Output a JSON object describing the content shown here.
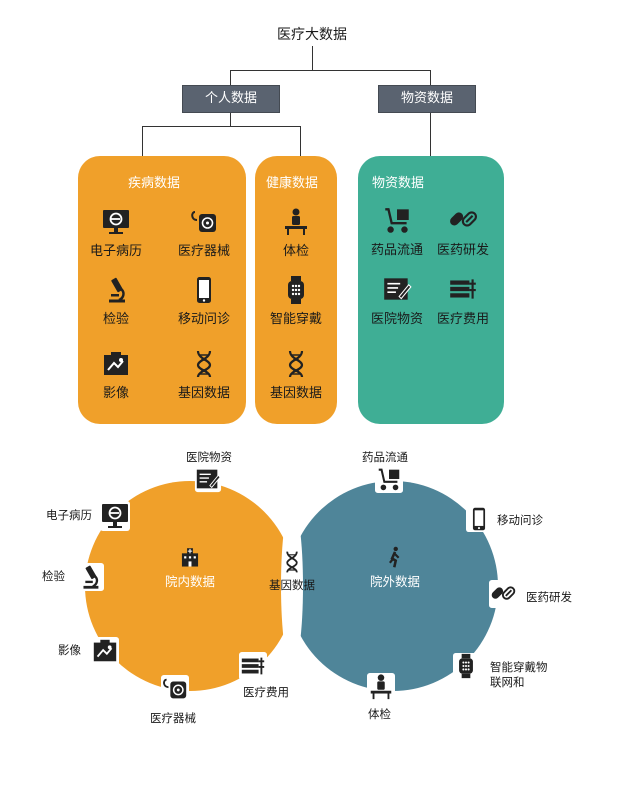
{
  "tree": {
    "root": "医疗大数据",
    "personal": "个人数据",
    "material": "物资数据"
  },
  "panels": {
    "disease": {
      "title": "疾病数据",
      "items": [
        "电子病历",
        "医疗器械",
        "检验",
        "移动问诊",
        "影像",
        "基因数据"
      ]
    },
    "health": {
      "title": "健康数据",
      "items": [
        "体检",
        "智能穿戴",
        "基因数据"
      ]
    },
    "material": {
      "title": "物资数据",
      "items": [
        "药品流通",
        "医药研发",
        "医院物资",
        "医疗费用"
      ]
    }
  },
  "venn": {
    "left_center": "院内数据",
    "right_center": "院外数据",
    "overlap": "基因数据",
    "left_nodes": {
      "hospital_supplies": "医院物资",
      "emr": "电子病历",
      "lab": "检验",
      "imaging": "影像",
      "device": "医疗器械",
      "cost": "医疗费用"
    },
    "right_nodes": {
      "drug_distribution": "药品流通",
      "mobile_consult": "移动问诊",
      "pharma_rd": "医药研发",
      "wearable_line1": "智能穿戴物",
      "wearable_line2": "联网和",
      "checkup": "体检"
    }
  },
  "colors": {
    "orange": "#f0a02a",
    "teal": "#3fae95",
    "slate": "#4f8599",
    "header_box": "#5a6370",
    "icon": "#222222"
  }
}
